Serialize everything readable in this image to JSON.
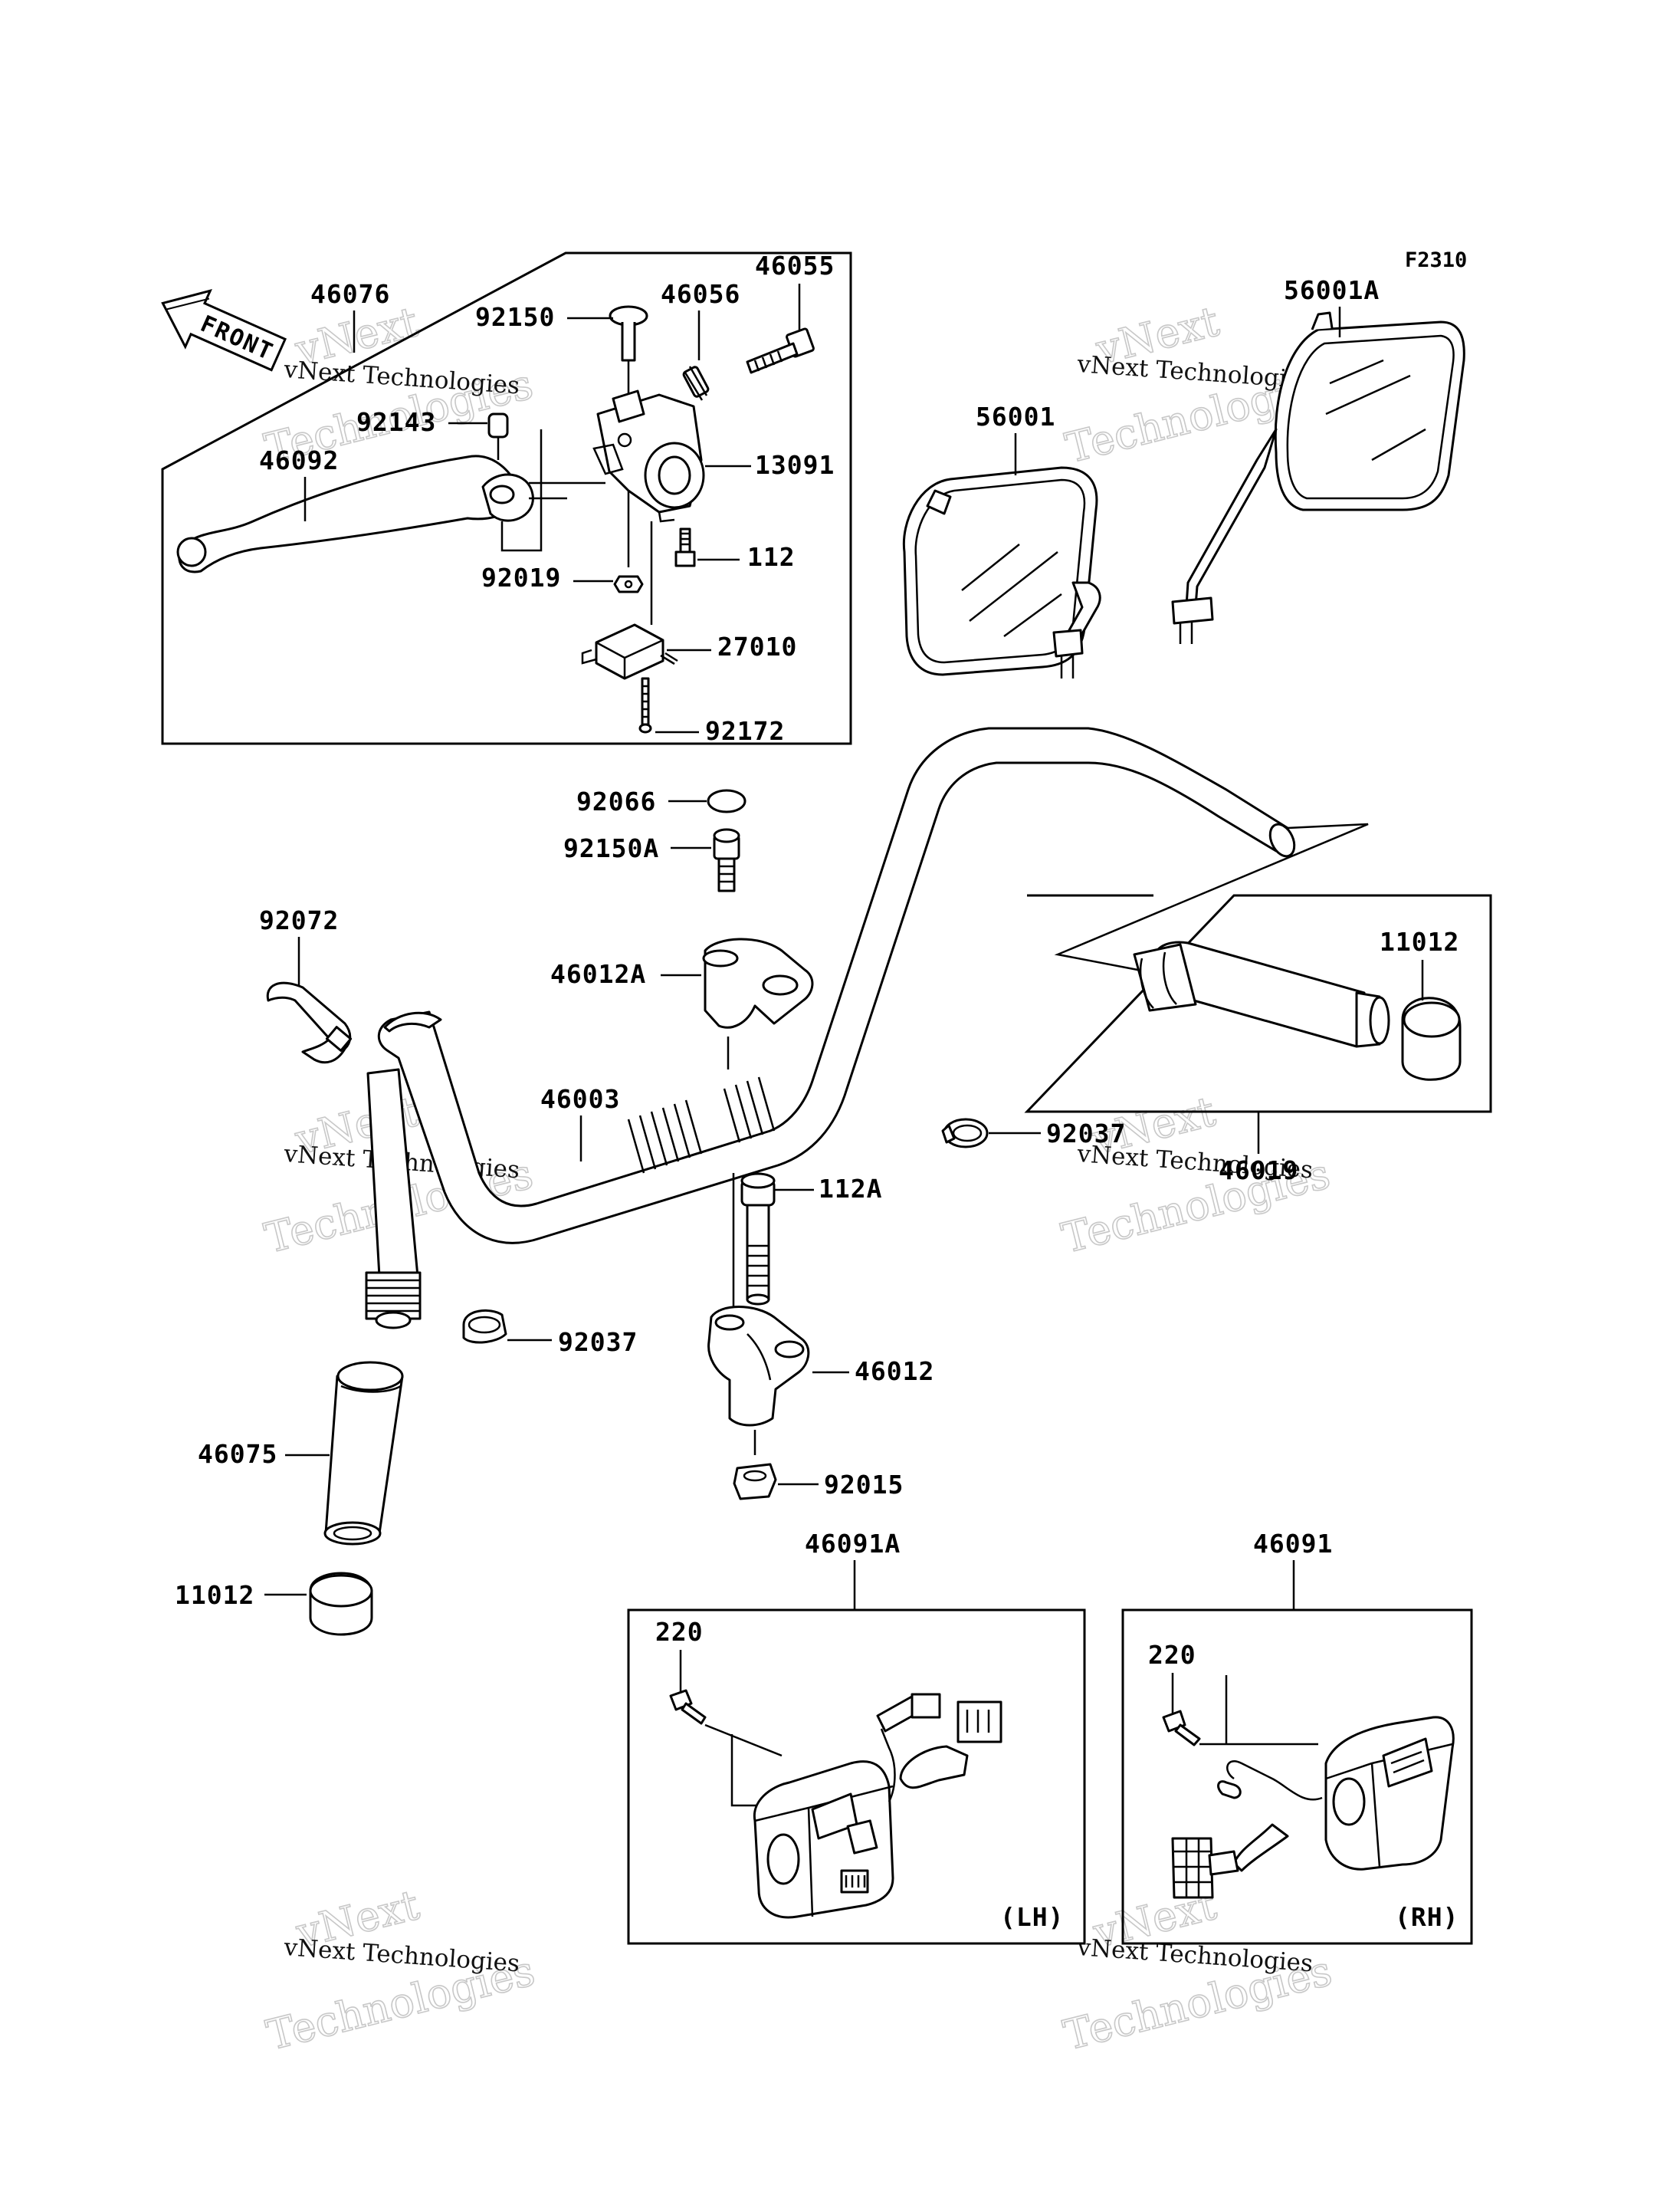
{
  "figure_code": "F2310",
  "front_arrow": {
    "text": "FRONT"
  },
  "watermark": {
    "brand": "vNext",
    "line1": "vNext Technologies",
    "line2": "Technologies"
  },
  "parts": {
    "p46076": "46076",
    "p92150": "92150",
    "p46056": "46056",
    "p46055": "46055",
    "p92143": "92143",
    "p46092": "46092",
    "p13091": "13091",
    "p112": "112",
    "p92019": "92019",
    "p27010": "27010",
    "p92172": "92172",
    "p56001A": "56001A",
    "p56001": "56001",
    "p92066": "92066",
    "p92150A": "92150A",
    "p92072": "92072",
    "p46012A": "46012A",
    "p11012_right": "11012",
    "p46003": "46003",
    "p92037_right": "92037",
    "p46019": "46019",
    "p112A": "112A",
    "p92037_left": "92037",
    "p46012": "46012",
    "p46075": "46075",
    "p92015": "92015",
    "p11012_left": "11012",
    "p46091A": "46091A",
    "p46091": "46091",
    "p220_lh": "220",
    "p220_rh": "220"
  },
  "side_labels": {
    "lh": "(LH)",
    "rh": "(RH)"
  }
}
